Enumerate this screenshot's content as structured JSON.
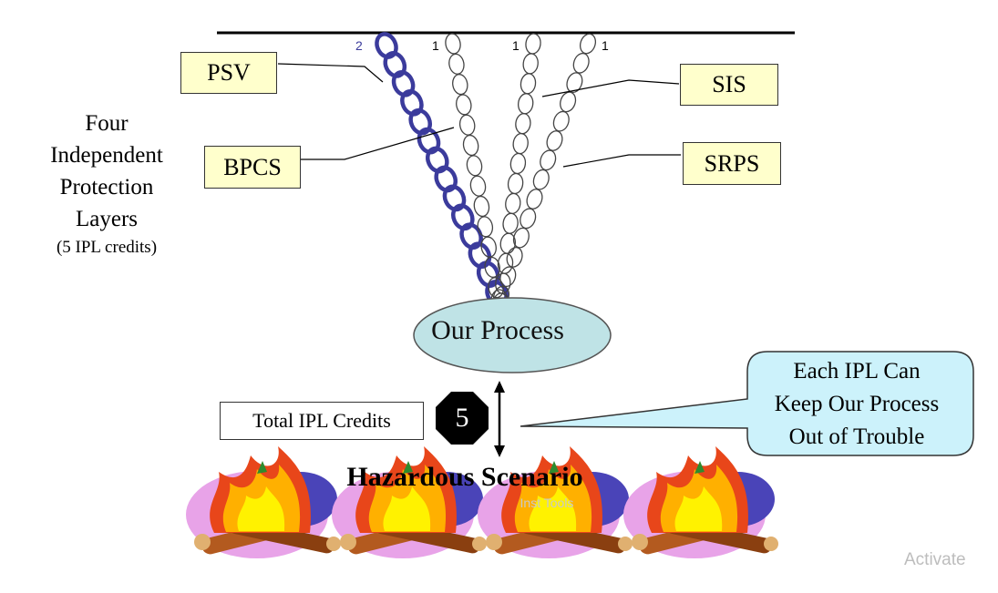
{
  "title": {
    "line1": "Four",
    "line2": "Independent",
    "line3": "Protection",
    "line4": "Layers",
    "sub": "(5 IPL credits)"
  },
  "layers": [
    {
      "label": "PSV",
      "credits": "2",
      "color": "#3b3b9c"
    },
    {
      "label": "BPCS",
      "credits": "1",
      "color": "#444444"
    },
    {
      "label": "SIS",
      "credits": "1",
      "color": "#444444"
    },
    {
      "label": "SRPS",
      "credits": "1",
      "color": "#444444"
    }
  ],
  "process": {
    "label": "Our Process",
    "fill": "#bfe3e6"
  },
  "total": {
    "label": "Total IPL Credits",
    "value": "5"
  },
  "callout": {
    "line1": "Each IPL Can",
    "line2": "Keep Our Process",
    "line3": "Out of Trouble",
    "fill": "#ccf2fb"
  },
  "hazard": {
    "label": "Hazardous Scenario"
  },
  "watermark": "Inst Tools",
  "corner_text": "Activate"
}
